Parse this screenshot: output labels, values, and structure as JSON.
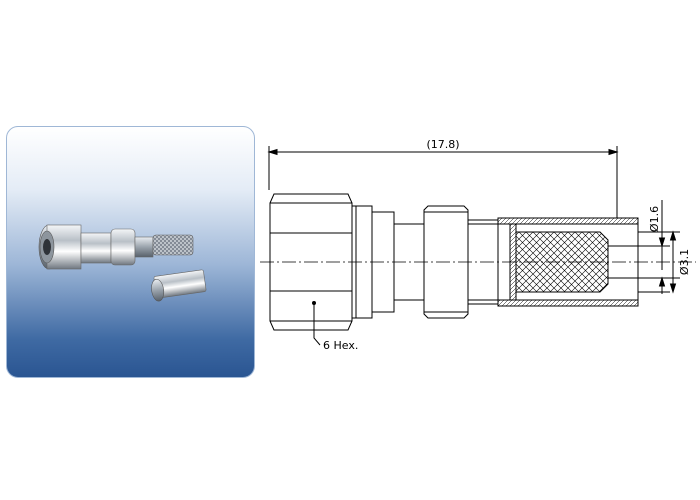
{
  "drawing": {
    "overall_length": "(17.8)",
    "diameter_small": "Ø1.6",
    "diameter_large": "Ø3.1",
    "hex_callout": "6 Hex."
  },
  "colors": {
    "panel_top": "#ffffff",
    "panel_bottom": "#2a5592",
    "line": "#000000",
    "hatch_fill": "#d0d0d0"
  },
  "icons": {
    "product_photo": "connector-photo-icon"
  }
}
